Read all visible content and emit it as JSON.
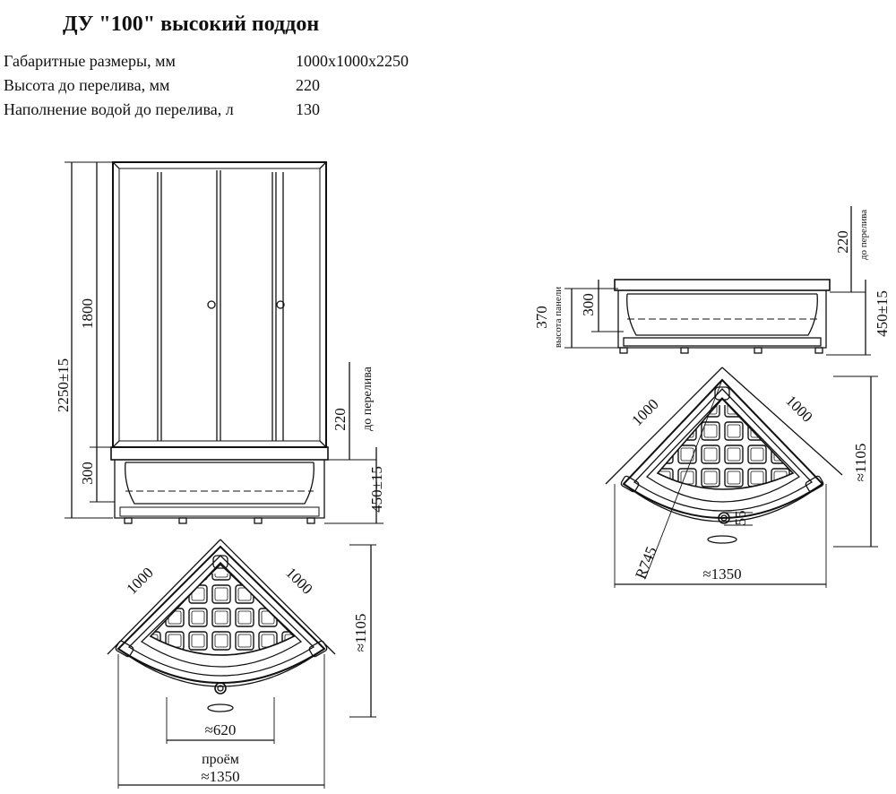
{
  "title": "ДУ \"100\" высокий поддон",
  "specs": [
    {
      "label": "Габаритные размеры, мм",
      "value": "1000x1000x2250"
    },
    {
      "label": "Высота до перелива, мм",
      "value": "220"
    },
    {
      "label": "Наполнение водой до перелива, л",
      "value": "130"
    }
  ],
  "dims": {
    "total_height": "2250±15",
    "door_height": "1800",
    "tray_height": "300",
    "overflow_height": "220",
    "overflow_note": "до перелива",
    "tray_total": "450±15",
    "side_a": "1000",
    "side_b": "1000",
    "depth": "≈1105",
    "opening": "≈620",
    "opening_label": "проём",
    "width": "≈1350",
    "panel_height": "370",
    "panel_note": "высота панели",
    "radius": "R745",
    "drain": "55"
  }
}
